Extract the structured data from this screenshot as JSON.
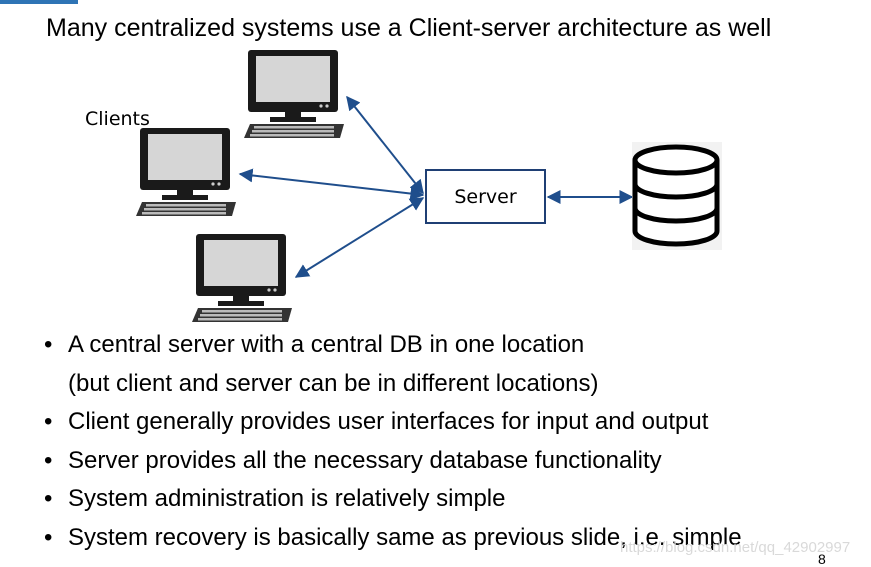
{
  "title": "Many centralized systems use a Client-server architecture as well",
  "diagram": {
    "clients_label": "Clients",
    "server_label": "Server",
    "icons": [
      "computer-icon",
      "computer-icon",
      "computer-icon",
      "database-icon"
    ]
  },
  "bullets": [
    "A central server with a central DB in one location",
    "(but client and server can be in different locations)",
    "Client generally provides user interfaces for input and output",
    "Server provides all the necessary database functionality",
    "System administration is relatively simple",
    "System recovery is basically same as previous slide, i.e. simple"
  ],
  "bullet_char": "•",
  "watermark": "https://blog.csdn.net/qq_42902997",
  "page_number": "8",
  "colors": {
    "accent_bar": "#2e74b5",
    "arrow": "#1f4e8c",
    "server_border": "#1f3f74"
  }
}
